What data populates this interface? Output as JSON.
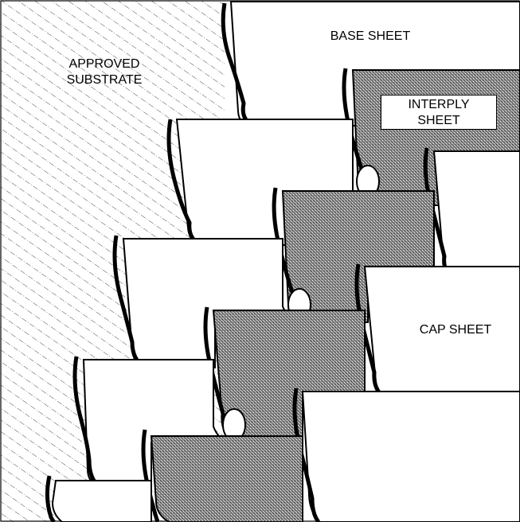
{
  "diagram": {
    "title": "",
    "labels": {
      "substrate_line1": "APPROVED",
      "substrate_line2": "SUBSTRATE",
      "base_sheet": "BASE SHEET",
      "interply_line1": "INTERPLY",
      "interply_line2": "SHEET",
      "cap_sheet": "CAP SHEET"
    },
    "colors": {
      "substrate_hatch": "#000000",
      "felt_dark": "#6f6f6f",
      "felt_light": "#ffffff",
      "outline": "#000000"
    }
  }
}
